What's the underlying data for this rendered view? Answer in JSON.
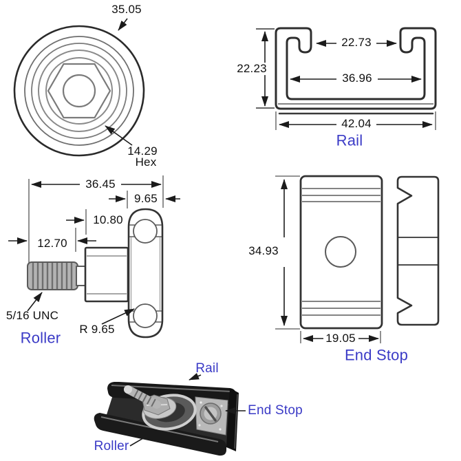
{
  "colors": {
    "label_blue": "#3a3ac6",
    "line_dark": "#2e2e2e",
    "line_gray": "#555555"
  },
  "front_view": {
    "outer_diameter": "35.05",
    "hex_size": "14.29",
    "hex_label": "Hex"
  },
  "rail": {
    "name": "Rail",
    "slot_width": "22.73",
    "inner_width": "36.96",
    "height": "22.23",
    "outer_width": "42.04"
  },
  "roller": {
    "name": "Roller",
    "overall_length": "36.45",
    "wheel_width": "9.65",
    "spacer_length": "10.80",
    "thread_length": "12.70",
    "thread_spec": "5/16 UNC",
    "crown_radius": "R 9.65"
  },
  "end_stop": {
    "name": "End Stop",
    "height": "34.93",
    "width": "19.05"
  },
  "photo": {
    "rail_label": "Rail",
    "end_stop_label": "End Stop",
    "roller_label": "Roller"
  }
}
